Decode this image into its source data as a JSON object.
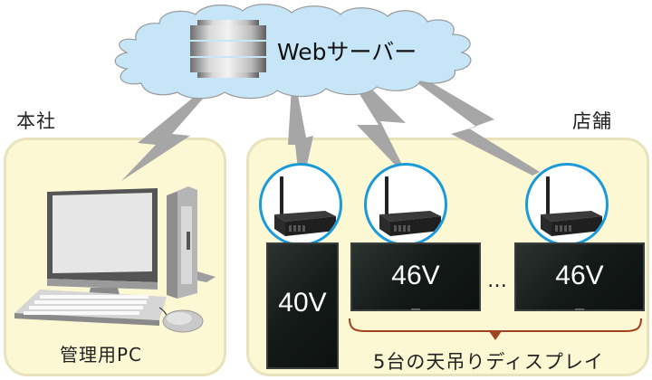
{
  "cloud": {
    "label": "Webサーバー",
    "icon": "database-server-icon",
    "fill": "#c6e6f7",
    "stroke": "#9a9a9a"
  },
  "headquarters": {
    "title": "本社",
    "device_label": "管理用PC",
    "devices": [
      "desktop-monitor",
      "pc-tower",
      "keyboard",
      "mouse"
    ]
  },
  "store": {
    "title": "店舗",
    "receivers": [
      {
        "icon": "wireless-receiver-icon"
      },
      {
        "icon": "wireless-receiver-icon"
      },
      {
        "icon": "wireless-receiver-icon"
      }
    ],
    "displays": [
      {
        "size_label": "40V",
        "orientation": "portrait"
      },
      {
        "size_label": "46V",
        "orientation": "landscape"
      },
      {
        "size_label": "46V",
        "orientation": "landscape"
      }
    ],
    "ellipsis": "…",
    "group_label": "5台の天吊りディスプレイ"
  },
  "colors": {
    "panel_fill": "#fdf8d4",
    "panel_border": "#e8e3bd",
    "circle_ring": "#1a9ad9",
    "bolt": "#a6a6a6",
    "brace": "#a0431f"
  }
}
